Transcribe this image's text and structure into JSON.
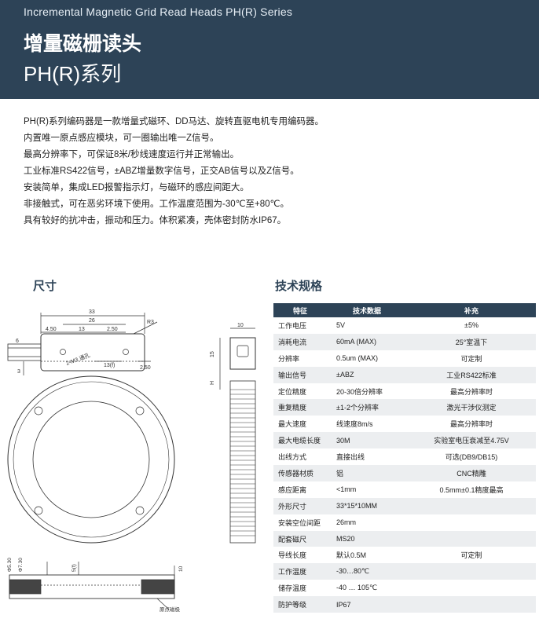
{
  "header": {
    "series": "Incremental Magnetic Grid Read Heads PH(R) Series",
    "title_cn": "增量磁栅读头",
    "title_en": "PH(R)系列"
  },
  "intro": [
    "PH(R)系列编码器是一款增量式磁环、DD马达、旋转直驱电机专用编码器。",
    "内置唯一原点感应模块，可一圈输出唯一Z信号。",
    "最高分辨率下，可保证8米/秒线速度运行并正常输出。",
    "工业标准RS422信号，±ABZ增量数字信号，正交AB信号以及Z信号。",
    "安装简单，集成LED报警指示灯，与磁环的感应间距大。",
    "非接触式，可在恶劣环境下使用。工作温度范围为-30℃至+80℃。",
    "具有较好的抗冲击，振动和压力。体积紧凑，壳体密封防水IP67。"
  ],
  "dimensions": {
    "title": "尺寸",
    "labels": {
      "d33": "33",
      "d26": "26",
      "d4_50": "4.50",
      "d13": "13",
      "d2_50a": "2.50",
      "r3": "R3",
      "d6": "6",
      "d2_m3": "2-M3 通孔",
      "d13f": "13(f)",
      "d3": "3",
      "d2_50b": "2.50",
      "d10": "10",
      "d15": "15",
      "dH": "H",
      "d5_30": "Φ5.30",
      "d7_30": "Φ7.30",
      "d5_f": "5(f)",
      "d10b": "10",
      "origin": "原点磁极"
    }
  },
  "specs": {
    "title": "技术规格",
    "headers": [
      "特征",
      "技术数据",
      "补充"
    ],
    "rows": [
      [
        "工作电压",
        "5V",
        "±5%"
      ],
      [
        "消耗电流",
        "60mA (MAX)",
        "25°室温下"
      ],
      [
        "分辨率",
        "0.5um (MAX)",
        "可定制"
      ],
      [
        "输出信号",
        "±ABZ",
        "工业RS422标准"
      ],
      [
        "定位精度",
        "20-30倍分辨率",
        "最高分辨率时"
      ],
      [
        "重复精度",
        "±1-2个分辨率",
        "激光干涉仪测定"
      ],
      [
        "最大速度",
        "线速度8m/s",
        "最高分辨率时"
      ],
      [
        "最大电缆长度",
        "30M",
        "实验室电压衰减至4.75V"
      ],
      [
        "出线方式",
        "直接出线",
        "可选(DB9/DB15)"
      ],
      [
        "传感器材质",
        "铝",
        "CNC精雕"
      ],
      [
        "感应距离",
        "<1mm",
        "0.5mm±0.1精度最高"
      ],
      [
        "外形尺寸",
        "33*15*10MM",
        ""
      ],
      [
        "安装空位间距",
        "26mm",
        ""
      ],
      [
        "配套磁尺",
        "MS20",
        ""
      ],
      [
        "导线长度",
        "默认0.5M",
        "可定制"
      ],
      [
        "工作温度",
        "-30…80℃",
        ""
      ],
      [
        "储存温度",
        "-40 … 105℃",
        ""
      ],
      [
        "防护等级",
        "IP67",
        ""
      ]
    ]
  }
}
